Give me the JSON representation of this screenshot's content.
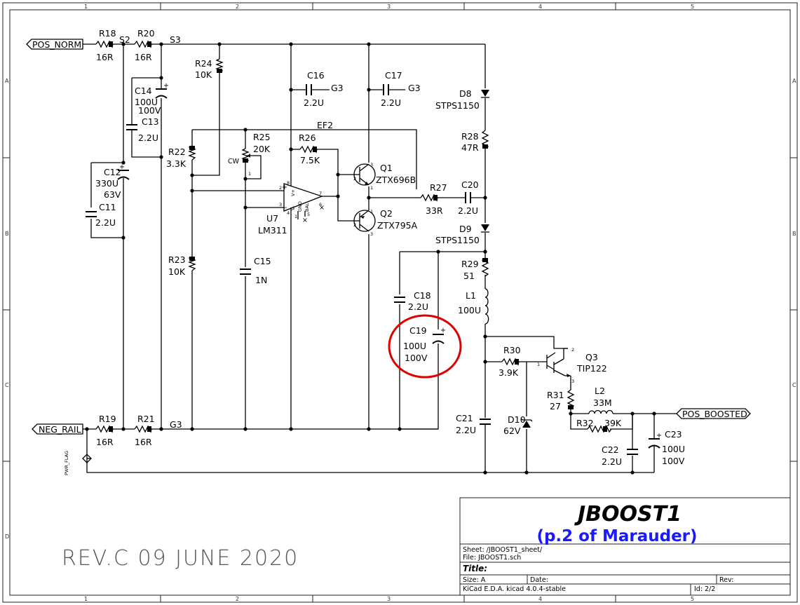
{
  "border": {
    "columns": [
      "1",
      "2",
      "3",
      "4",
      "5"
    ],
    "rows": [
      "A",
      "B",
      "C",
      "D"
    ]
  },
  "nets": {
    "pos_norm": "POS_NORM",
    "neg_rail": "NEG_RAIL",
    "pos_boosted": "POS_BOOSTED",
    "pwr_flag": "PWR_FLAG",
    "s2": "S2",
    "s3": "S3",
    "g3": "G3",
    "g3_c16": "G3",
    "g3_c17": "G3",
    "ef2": "EF2"
  },
  "components": {
    "r18": {
      "ref": "R18",
      "value": "16R"
    },
    "r20": {
      "ref": "R20",
      "value": "16R"
    },
    "r19": {
      "ref": "R19",
      "value": "16R"
    },
    "r21": {
      "ref": "R21",
      "value": "16R"
    },
    "c14": {
      "ref": "C14",
      "value": "100U",
      "value2": "100V"
    },
    "c13": {
      "ref": "C13",
      "value": "2.2U"
    },
    "c12": {
      "ref": "C12",
      "value": "330U",
      "value2": "63V"
    },
    "c11": {
      "ref": "C11",
      "value": "2.2U"
    },
    "r24": {
      "ref": "R24",
      "value": "10K"
    },
    "r22": {
      "ref": "R22",
      "value": "3.3K"
    },
    "r23": {
      "ref": "R23",
      "value": "10K"
    },
    "r25": {
      "ref": "R25",
      "value": "20K",
      "wiper": "CW"
    },
    "r26": {
      "ref": "R26",
      "value": "7.5K"
    },
    "c15": {
      "ref": "C15",
      "value": "1N"
    },
    "c16": {
      "ref": "C16",
      "value": "2.2U"
    },
    "c17": {
      "ref": "C17",
      "value": "2.2U"
    },
    "u7": {
      "ref": "U7",
      "value": "LM311"
    },
    "q1": {
      "ref": "Q1",
      "value": "ZTX696B"
    },
    "q2": {
      "ref": "Q2",
      "value": "ZTX795A"
    },
    "r27": {
      "ref": "R27",
      "value": "33R"
    },
    "c20": {
      "ref": "C20",
      "value": "2.2U"
    },
    "d8": {
      "ref": "D8",
      "value": "STPS1150"
    },
    "r28": {
      "ref": "R28",
      "value": "47R"
    },
    "d9": {
      "ref": "D9",
      "value": "STPS1150"
    },
    "r29": {
      "ref": "R29",
      "value": "51"
    },
    "l1": {
      "ref": "L1",
      "value": "100U"
    },
    "c18": {
      "ref": "C18",
      "value": "2.2U"
    },
    "c19": {
      "ref": "C19",
      "value": "100U",
      "value2": "100V"
    },
    "r30": {
      "ref": "R30",
      "value": "3.9K"
    },
    "q3": {
      "ref": "Q3",
      "value": "TIP122"
    },
    "r31": {
      "ref": "R31",
      "value": "27"
    },
    "l2": {
      "ref": "L2",
      "value": "33M"
    },
    "r32": {
      "ref": "R32",
      "value": "39K"
    },
    "c21": {
      "ref": "C21",
      "value": "2.2U"
    },
    "d10": {
      "ref": "D10",
      "value": "62V"
    },
    "c22": {
      "ref": "C22",
      "value": "2.2U"
    },
    "c23": {
      "ref": "C23",
      "value": "100U",
      "value2": "100V"
    }
  },
  "pins": {
    "u7_p2": "2",
    "u7_p3": "3",
    "u7_p7": "7",
    "u7_p8": "8",
    "u7_p4": "4",
    "u7_p1": "1",
    "u7_p5": "5",
    "u7_p6": "6",
    "u7_vp": "V+",
    "u7_vm": "V-",
    "u7_gnd": "GND",
    "u7_bal": "BAL",
    "q_b": "2",
    "q_c": "3",
    "q_e": "1",
    "q3_b": "1",
    "q3_c": "2",
    "q3_e": "3",
    "r25_p1": "1"
  },
  "revision": "REV.C  09 JUNE 2020",
  "title_block": {
    "title": "JBOOST1",
    "subtitle": "(p.2 of Marauder)",
    "sheet": "Sheet: /JBOOST1_sheet/",
    "file": "File: JBOOST1.sch",
    "title_label": "Title:",
    "size": "Size: A",
    "date": "Date:",
    "rev": "Rev:",
    "kicad": "KiCad E.D.A.  kicad 4.0.4-stable",
    "id": "Id: 2/2"
  },
  "highlight_color": "#e00000",
  "subtitle_color": "#1a1aff"
}
